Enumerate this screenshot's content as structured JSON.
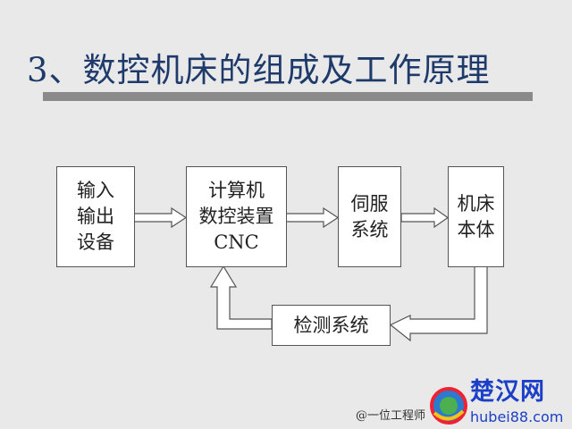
{
  "title": "3、数控机床的组成及工作原理",
  "blocks": {
    "io": [
      "输入",
      "输出",
      "设备"
    ],
    "cnc": [
      "计算机",
      "数控装置",
      "CNC"
    ],
    "servo": [
      "伺服",
      "系统"
    ],
    "machine": [
      "机床",
      "本体"
    ],
    "detect": [
      "检测系统"
    ]
  },
  "watermark": {
    "logo_text": "楚汉网",
    "url": "hubei88.com",
    "source": "@一位工程师"
  }
}
